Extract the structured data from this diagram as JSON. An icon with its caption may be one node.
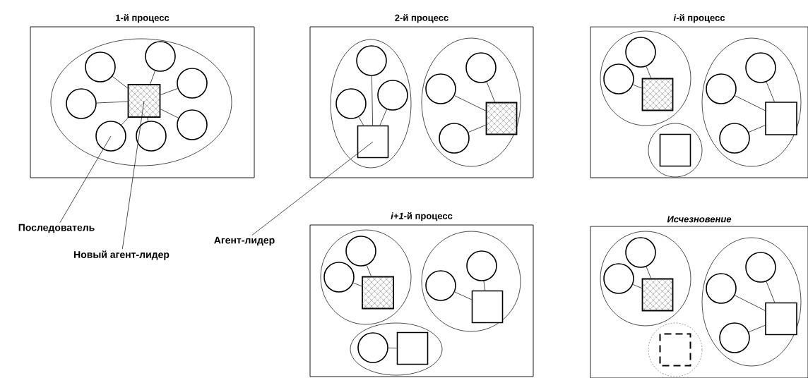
{
  "diagram": {
    "nodes": [
      {
        "text": [
          "1-й процесс"
        ]
      },
      {
        "text": [],
        "shape": "ellipse",
        "in": 0
      },
      {
        "text": [],
        "shape": "circle",
        "in": 1
      },
      {
        "text": [],
        "shape": "circle",
        "in": 1
      },
      {
        "text": [],
        "shape": "circle",
        "in": 1
      },
      {
        "text": [],
        "shape": "circle",
        "in": 1
      },
      {
        "text": [],
        "shape": "box",
        "in": 1
      },
      {
        "text": [],
        "shape": "circle",
        "in": 1
      },
      {
        "text": [],
        "shape": "circle",
        "in": 1
      },
      {
        "text": [],
        "shape": "circle",
        "in": 1
      },
      {
        "text": [
          "2-й процесс"
        ]
      },
      {
        "text": [],
        "shape": "ellipse",
        "in": 10
      },
      {
        "text": [],
        "shape": "circle",
        "in": 11
      },
      {
        "text": [],
        "shape": "circle",
        "in": 11
      },
      {
        "text": [],
        "shape": "circle",
        "in": 11
      },
      {
        "text": [],
        "shape": "box",
        "in": 11
      },
      {
        "text": [],
        "shape": "ellipse",
        "in": 10
      },
      {
        "text": [],
        "shape": "circle",
        "in": 16
      },
      {
        "text": [],
        "shape": "circle",
        "in": 16
      },
      {
        "text": [],
        "shape": "box",
        "in": 16
      },
      {
        "text": [],
        "shape": "circle",
        "in": 16
      },
      {
        "text": [
          "*i*-й процесс"
        ]
      },
      {
        "text": [],
        "shape": "ellipse",
        "in": 21
      },
      {
        "text": [],
        "shape": "circle",
        "in": 22
      },
      {
        "text": [],
        "shape": "circle",
        "in": 22
      },
      {
        "text": [],
        "shape": "box",
        "in": 22
      },
      {
        "text": [],
        "shape": "ellipse",
        "in": 21
      },
      {
        "text": [],
        "shape": "circle",
        "in": 26
      },
      {
        "text": [],
        "shape": "circle",
        "in": 26
      },
      {
        "text": [],
        "shape": "box",
        "in": 26
      },
      {
        "text": [],
        "shape": "circle",
        "in": 26
      },
      {
        "text": [],
        "shape": "circle",
        "in": 21
      },
      {
        "text": [],
        "shape": "box",
        "in": 31
      },
      {
        "text": [
          "*i+1*-й процесс"
        ]
      },
      {
        "text": [],
        "shape": "ellipse",
        "in": 33
      },
      {
        "text": [],
        "shape": "circle",
        "in": 34
      },
      {
        "text": [],
        "shape": "circle",
        "in": 34
      },
      {
        "text": [],
        "shape": "box",
        "in": 34
      },
      {
        "text": [],
        "shape": "ellipse",
        "in": 33
      },
      {
        "text": [],
        "shape": "circle",
        "in": 38
      },
      {
        "text": [],
        "shape": "circle",
        "in": 38
      },
      {
        "text": [],
        "shape": "box",
        "in": 38
      },
      {
        "text": [],
        "shape": "ellipse",
        "in": 33
      },
      {
        "text": [],
        "shape": "circle",
        "in": 42
      },
      {
        "text": [],
        "shape": "box",
        "in": 42
      },
      {
        "text": [
          "Исчезновение"
        ]
      },
      {
        "text": [],
        "shape": "ellipse",
        "in": 45
      },
      {
        "text": [],
        "shape": "circle",
        "in": 46
      },
      {
        "text": [],
        "shape": "circle",
        "in": 46
      },
      {
        "text": [],
        "shape": "box",
        "in": 46
      },
      {
        "text": [],
        "shape": "ellipse",
        "in": 45
      },
      {
        "text": [],
        "shape": "circle",
        "in": 50
      },
      {
        "text": [],
        "shape": "circle",
        "in": 50
      },
      {
        "text": [],
        "shape": "box",
        "in": 50
      },
      {
        "text": [],
        "shape": "circle",
        "in": 50
      },
      {
        "text": [],
        "shape": "circle",
        "in": 45
      },
      {
        "text": [],
        "shape": "box",
        "in": 55
      },
      {
        "text": [
          "Последователь"
        ]
      },
      {
        "text": [
          "Агент-лидер"
        ]
      },
      {
        "text": [
          "Новый агент-лидер"
        ]
      }
    ],
    "edges": [
      {
        "from": 2,
        "to": 6,
        "arrow": "none"
      },
      {
        "from": 3,
        "to": 6,
        "arrow": "none"
      },
      {
        "from": 4,
        "to": 6,
        "arrow": "none"
      },
      {
        "from": 5,
        "to": 6,
        "arrow": "none"
      },
      {
        "from": 7,
        "to": 6,
        "arrow": "none"
      },
      {
        "from": 8,
        "to": 6,
        "arrow": "none"
      },
      {
        "from": 9,
        "to": 6,
        "arrow": "none"
      },
      {
        "from": 12,
        "to": 15,
        "arrow": "none"
      },
      {
        "from": 13,
        "to": 15,
        "arrow": "none"
      },
      {
        "from": 14,
        "to": 15,
        "arrow": "none"
      },
      {
        "from": 17,
        "to": 19,
        "arrow": "none"
      },
      {
        "from": 18,
        "to": 19,
        "arrow": "none"
      },
      {
        "from": 20,
        "to": 19,
        "arrow": "none"
      },
      {
        "from": 23,
        "to": 25,
        "arrow": "none"
      },
      {
        "from": 24,
        "to": 25,
        "arrow": "none"
      },
      {
        "from": 27,
        "to": 29,
        "arrow": "none"
      },
      {
        "from": 28,
        "to": 29,
        "arrow": "none"
      },
      {
        "from": 30,
        "to": 29,
        "arrow": "none"
      },
      {
        "from": 35,
        "to": 37,
        "arrow": "none"
      },
      {
        "from": 36,
        "to": 37,
        "arrow": "none"
      },
      {
        "from": 39,
        "to": 41,
        "arrow": "none"
      },
      {
        "from": 40,
        "to": 41,
        "arrow": "none"
      },
      {
        "from": 43,
        "to": 44,
        "arrow": "none"
      },
      {
        "from": 47,
        "to": 49,
        "arrow": "none"
      },
      {
        "from": 48,
        "to": 49,
        "arrow": "none"
      },
      {
        "from": 51,
        "to": 53,
        "arrow": "none"
      },
      {
        "from": 52,
        "to": 53,
        "arrow": "none"
      },
      {
        "from": 54,
        "to": 53,
        "arrow": "none"
      },
      {
        "from": 57,
        "to": 8,
        "arrow": "none"
      },
      {
        "from": 58,
        "to": 15,
        "arrow": "none"
      },
      {
        "from": 59,
        "to": 6,
        "arrow": "none"
      }
    ]
  }
}
